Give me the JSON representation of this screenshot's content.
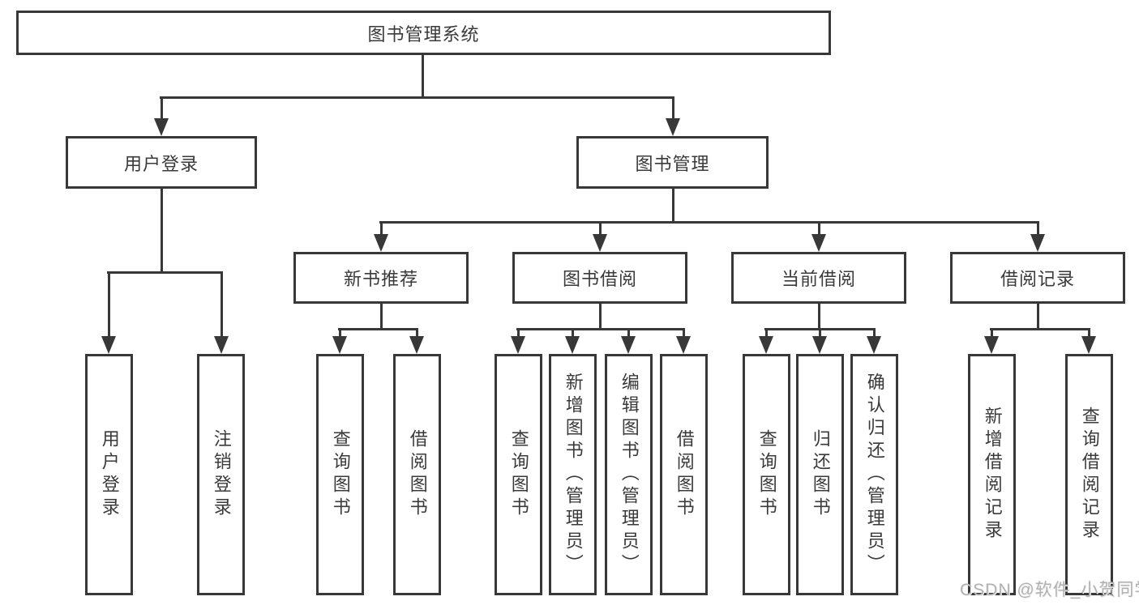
{
  "nodes": {
    "root": "图书管理系统",
    "user_login": "用户登录",
    "book_management": "图书管理",
    "new_book_recommend": "新书推荐",
    "book_borrow": "图书借阅",
    "current_borrow": "当前借阅",
    "borrow_records": "借阅记录",
    "leaf_user_login": "用户登录",
    "leaf_logout": "注销登录",
    "leaf_query_books_1": "查询图书",
    "leaf_borrow_books_1": "借阅图书",
    "leaf_query_books_2": "查询图书",
    "leaf_add_book_admin": "新增图书（管理员）",
    "leaf_edit_book_admin": "编辑图书（管理员）",
    "leaf_borrow_books_2": "借阅图书",
    "leaf_query_books_3": "查询图书",
    "leaf_return_book": "归还图书",
    "leaf_confirm_return_admin": "确认归还（管理员）",
    "leaf_add_borrow_record": "新增借阅记录",
    "leaf_query_borrow_record": "查询借阅记录"
  },
  "watermark": {
    "text": "CSDN @软件_小贺同学"
  },
  "colors": {
    "line": "#383838",
    "text": "#3a3a3a",
    "watermark": "#b1b1b1"
  }
}
